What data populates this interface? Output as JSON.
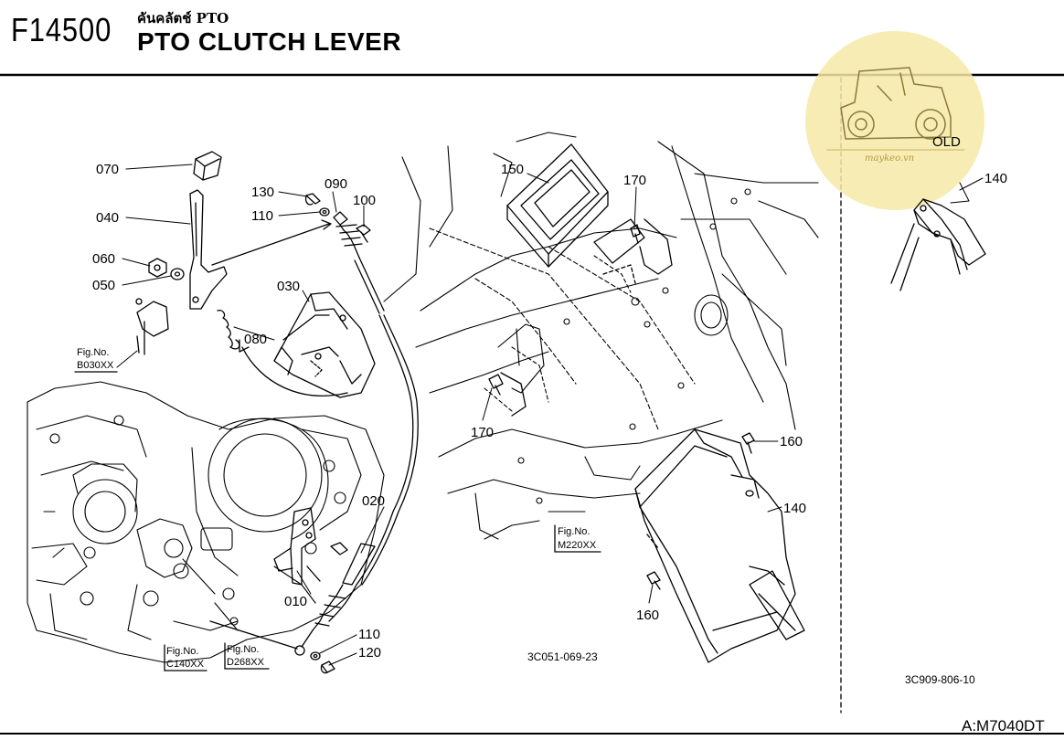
{
  "header": {
    "code": "F14500",
    "subtitle_thai": "คันคลัตช์ PTO",
    "title": "PTO CLUTCH LEVER"
  },
  "callouts": {
    "c070": "070",
    "c040": "040",
    "c060": "060",
    "c050": "050",
    "c130": "130",
    "c110a": "110",
    "c090": "090",
    "c100": "100",
    "c030": "030",
    "c080": "080",
    "c150": "150",
    "c170a": "170",
    "c170b": "170",
    "c160a": "160",
    "c140": "140",
    "c160b": "160",
    "c020": "020",
    "c010": "010",
    "c110b": "110",
    "c120": "120",
    "c140old": "140"
  },
  "fig_refs": {
    "b030_label": "Fig.No.",
    "b030_code": "B030XX",
    "m220_label": "Fig.No.",
    "m220_code": "M220XX",
    "c140_label": "Fig.No.",
    "c140_code": "C140XX",
    "d268_label": "Fig.No.",
    "d268_code": "D268XX"
  },
  "drawing_refs": {
    "main": "3C051-069-23",
    "old": "3C909-806-10"
  },
  "old_label": "OLD",
  "watermark": "maykeo.vn",
  "model": "A:M7040DT",
  "colors": {
    "line": "#000000",
    "watermark_fill": "#f7e9a8",
    "watermark_icon": "#8b7a3a"
  }
}
